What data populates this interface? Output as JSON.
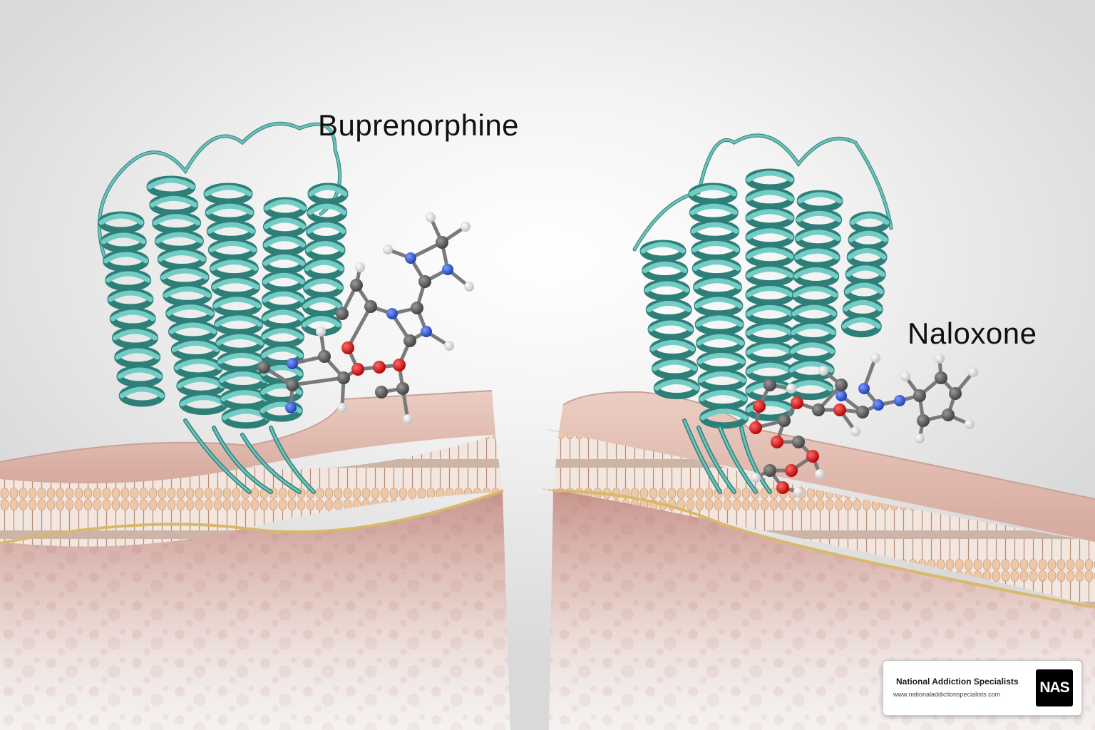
{
  "labels": {
    "left_molecule": "Buprenorphine",
    "right_molecule": "Naloxone"
  },
  "logo": {
    "name": "National Addiction Specialists",
    "url": "www.nationaladdictionspecialists.com",
    "mark": "NAS"
  },
  "colors": {
    "protein": "#5fb5ae",
    "protein_dark": "#2f7f79",
    "membrane_top": "#e4bfb4",
    "lipid_head": "#eec9a8",
    "tissue": "#c99a92",
    "yellow_line": "#d8b86a",
    "atom_carbon": "#5a5a5a",
    "atom_nitrogen": "#2e55d6",
    "atom_oxygen": "#e01010",
    "atom_hydrogen": "#e6e6e6"
  }
}
